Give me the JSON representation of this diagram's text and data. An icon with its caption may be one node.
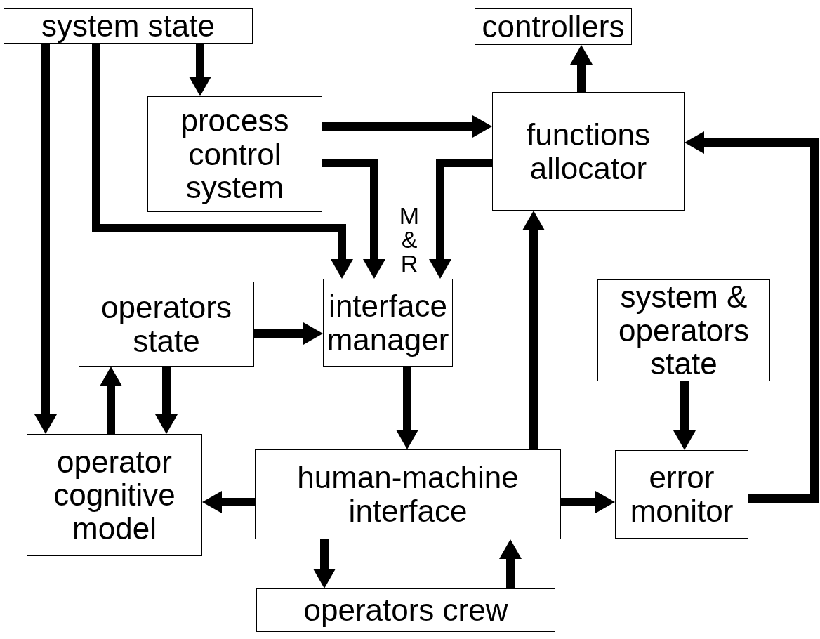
{
  "diagram": {
    "nodes": [
      {
        "text": [
          "system state"
        ]
      },
      {
        "text": [
          "controllers"
        ]
      },
      {
        "text": [
          "process control system"
        ]
      },
      {
        "text": [
          "functions allocator"
        ]
      },
      {
        "text": [
          "interface manager"
        ]
      },
      {
        "text": [
          "operators state"
        ]
      },
      {
        "text": [
          "system & operators state"
        ]
      },
      {
        "text": [
          "operator cognitive model"
        ]
      },
      {
        "text": [
          "human-machine interface"
        ]
      },
      {
        "text": [
          "error monitor"
        ]
      },
      {
        "text": [
          "operators crew"
        ]
      }
    ],
    "edges": [
      {
        "from": 0,
        "to": 2,
        "arrow": "to"
      },
      {
        "from": 0,
        "to": 7,
        "arrow": "to"
      },
      {
        "from": 0,
        "to": 4,
        "arrow": "to"
      },
      {
        "from": 2,
        "to": 3,
        "arrow": "to"
      },
      {
        "from": 2,
        "to": 4,
        "arrow": "to"
      },
      {
        "from": 3,
        "to": 4,
        "arrow": "to"
      },
      {
        "from": 3,
        "to": 1,
        "arrow": "to"
      },
      {
        "from": 5,
        "to": 4,
        "arrow": "to"
      },
      {
        "from": 5,
        "to": 7,
        "arrow": "to"
      },
      {
        "from": 7,
        "to": 5,
        "arrow": "to"
      },
      {
        "from": 4,
        "to": 8,
        "arrow": "to"
      },
      {
        "from": 8,
        "to": 7,
        "arrow": "to"
      },
      {
        "from": 8,
        "to": 3,
        "arrow": "to"
      },
      {
        "from": 8,
        "to": 9,
        "arrow": "to"
      },
      {
        "from": 8,
        "to": 10,
        "arrow": "to"
      },
      {
        "from": 10,
        "to": 8,
        "arrow": "to"
      },
      {
        "from": 9,
        "to": 3,
        "arrow": "to"
      },
      {
        "from": 6,
        "to": 9,
        "arrow": "to"
      }
    ],
    "labels": [
      "M & R"
    ]
  }
}
